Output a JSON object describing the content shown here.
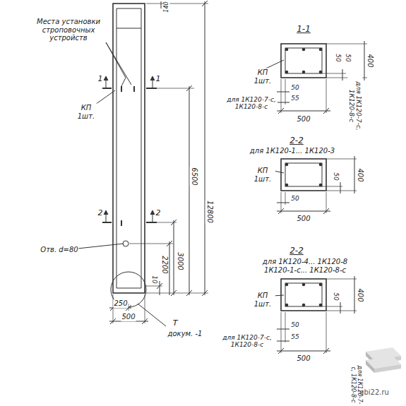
{
  "diagram": {
    "labels": [
      "Места установки строповочных устройств",
      "140",
      "1",
      "1",
      "КП 1шт.",
      "6500",
      "12800",
      "2",
      "2",
      "Отв. d=80",
      "3000",
      "2200",
      "10",
      "250",
      "500",
      "Т",
      "докум. -1",
      "1-1",
      "КП 1шт.",
      "50",
      "50",
      "400",
      "для 1К120-7-с, 1К120-8-с",
      "50",
      "для 1К120-7-с, 1К120-8-с",
      "55",
      "500",
      "2-2",
      "для 1К120-1... 1К120-3",
      "КП 1шт.",
      "50",
      "400",
      "50",
      "500",
      "2-2",
      "для 1К120-4... 1К120-8 1К120-1-с... 1К120-8-с",
      "КП 1шт.",
      "50",
      "400",
      "50",
      "для 1К120-7-с, 1К120-8-с",
      "55",
      "500",
      "для 1К120-7-с, 1К120-8-с",
      "gbi22.ru"
    ]
  }
}
